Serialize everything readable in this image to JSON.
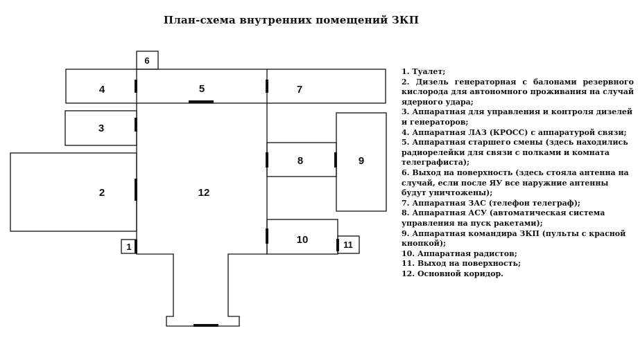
{
  "title": "План-схема внутренних помещений ЗКП",
  "rooms": [
    {
      "id": "1",
      "label": "1"
    },
    {
      "id": "2",
      "label": "2"
    },
    {
      "id": "3",
      "label": "3"
    },
    {
      "id": "4",
      "label": "4"
    },
    {
      "id": "5",
      "label": "5"
    },
    {
      "id": "6",
      "label": "6"
    },
    {
      "id": "7",
      "label": "7"
    },
    {
      "id": "8",
      "label": "8"
    },
    {
      "id": "9",
      "label": "9"
    },
    {
      "id": "10",
      "label": "10"
    },
    {
      "id": "11",
      "label": "11"
    },
    {
      "id": "12",
      "label": "12"
    }
  ],
  "legend": [
    "1. Туалет;",
    "2. Дизель генераторная с балонами резервного кислорода для автономного проживания на случай ядерного удара;",
    "3. Аппаратная для управления и контроля дизелей и генераторов;",
    "4. Аппаратная ЛАЗ (КРОСС) с аппаратурой связи;",
    "5. Аппаратная старшего смены (здесь находились радиорелейки для связи с полками и комната телеграфиста);",
    "6. Выход на поверхность (здесь стояла антенна на случай, если после ЯУ все наружние антенны будут уничтожены);",
    "7. Аппаратная ЗАС (телефон  телеграф);",
    "8. Аппаратная АСУ (автоматическая система управления на пуск ракетами);",
    "9. Аппаратная командира ЗКП (пульты с красной кнопкой);",
    "10. Аппаратная радистов;",
    "11. Выход на поверхность;",
    "12. Основной коридор."
  ]
}
